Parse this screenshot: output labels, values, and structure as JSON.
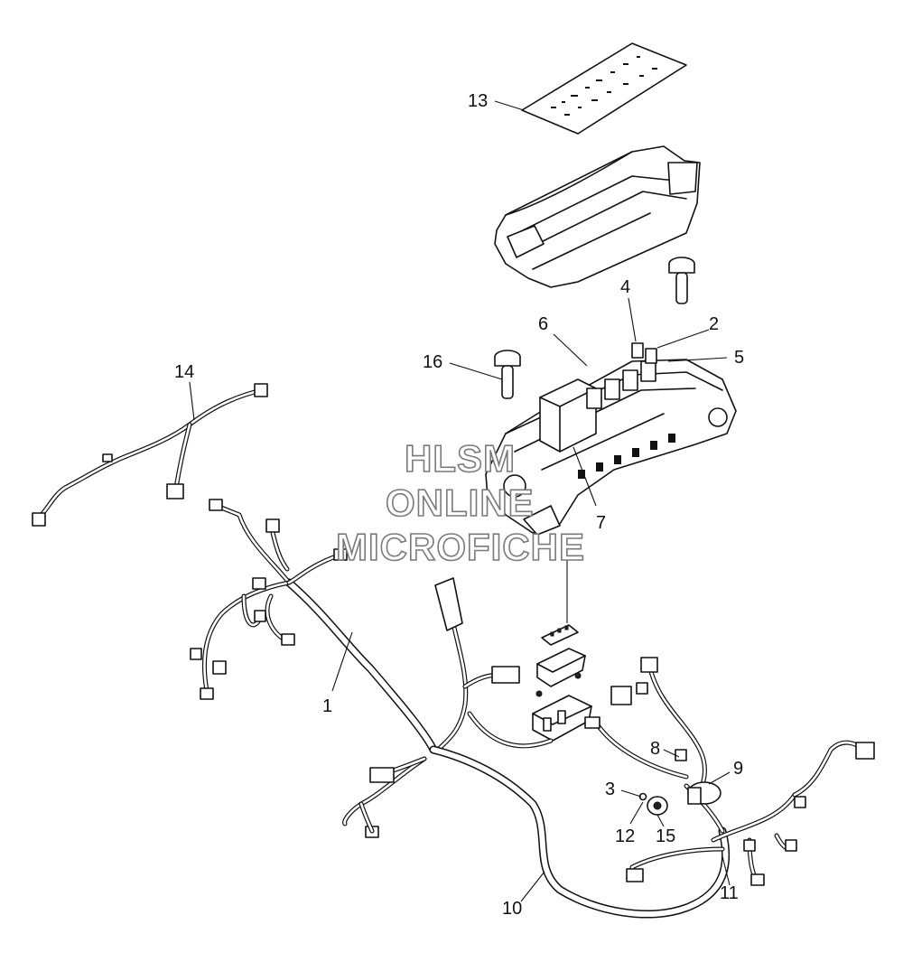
{
  "callouts": [
    {
      "id": "1",
      "label": "1"
    },
    {
      "id": "2",
      "label": "2"
    },
    {
      "id": "3",
      "label": "3"
    },
    {
      "id": "4",
      "label": "4"
    },
    {
      "id": "5",
      "label": "5"
    },
    {
      "id": "6",
      "label": "6"
    },
    {
      "id": "7",
      "label": "7"
    },
    {
      "id": "8",
      "label": "8"
    },
    {
      "id": "9",
      "label": "9"
    },
    {
      "id": "10",
      "label": "10"
    },
    {
      "id": "11",
      "label": "11"
    },
    {
      "id": "12",
      "label": "12"
    },
    {
      "id": "13",
      "label": "13"
    },
    {
      "id": "14",
      "label": "14"
    },
    {
      "id": "15",
      "label": "15"
    },
    {
      "id": "16",
      "label": "16"
    }
  ],
  "watermark": {
    "line1": "HLSM",
    "line2": "ONLINE",
    "line3": "MICROFICHE",
    "color": "#7a7a7a"
  },
  "colors": {
    "line": "#111111",
    "background": "#ffffff"
  }
}
